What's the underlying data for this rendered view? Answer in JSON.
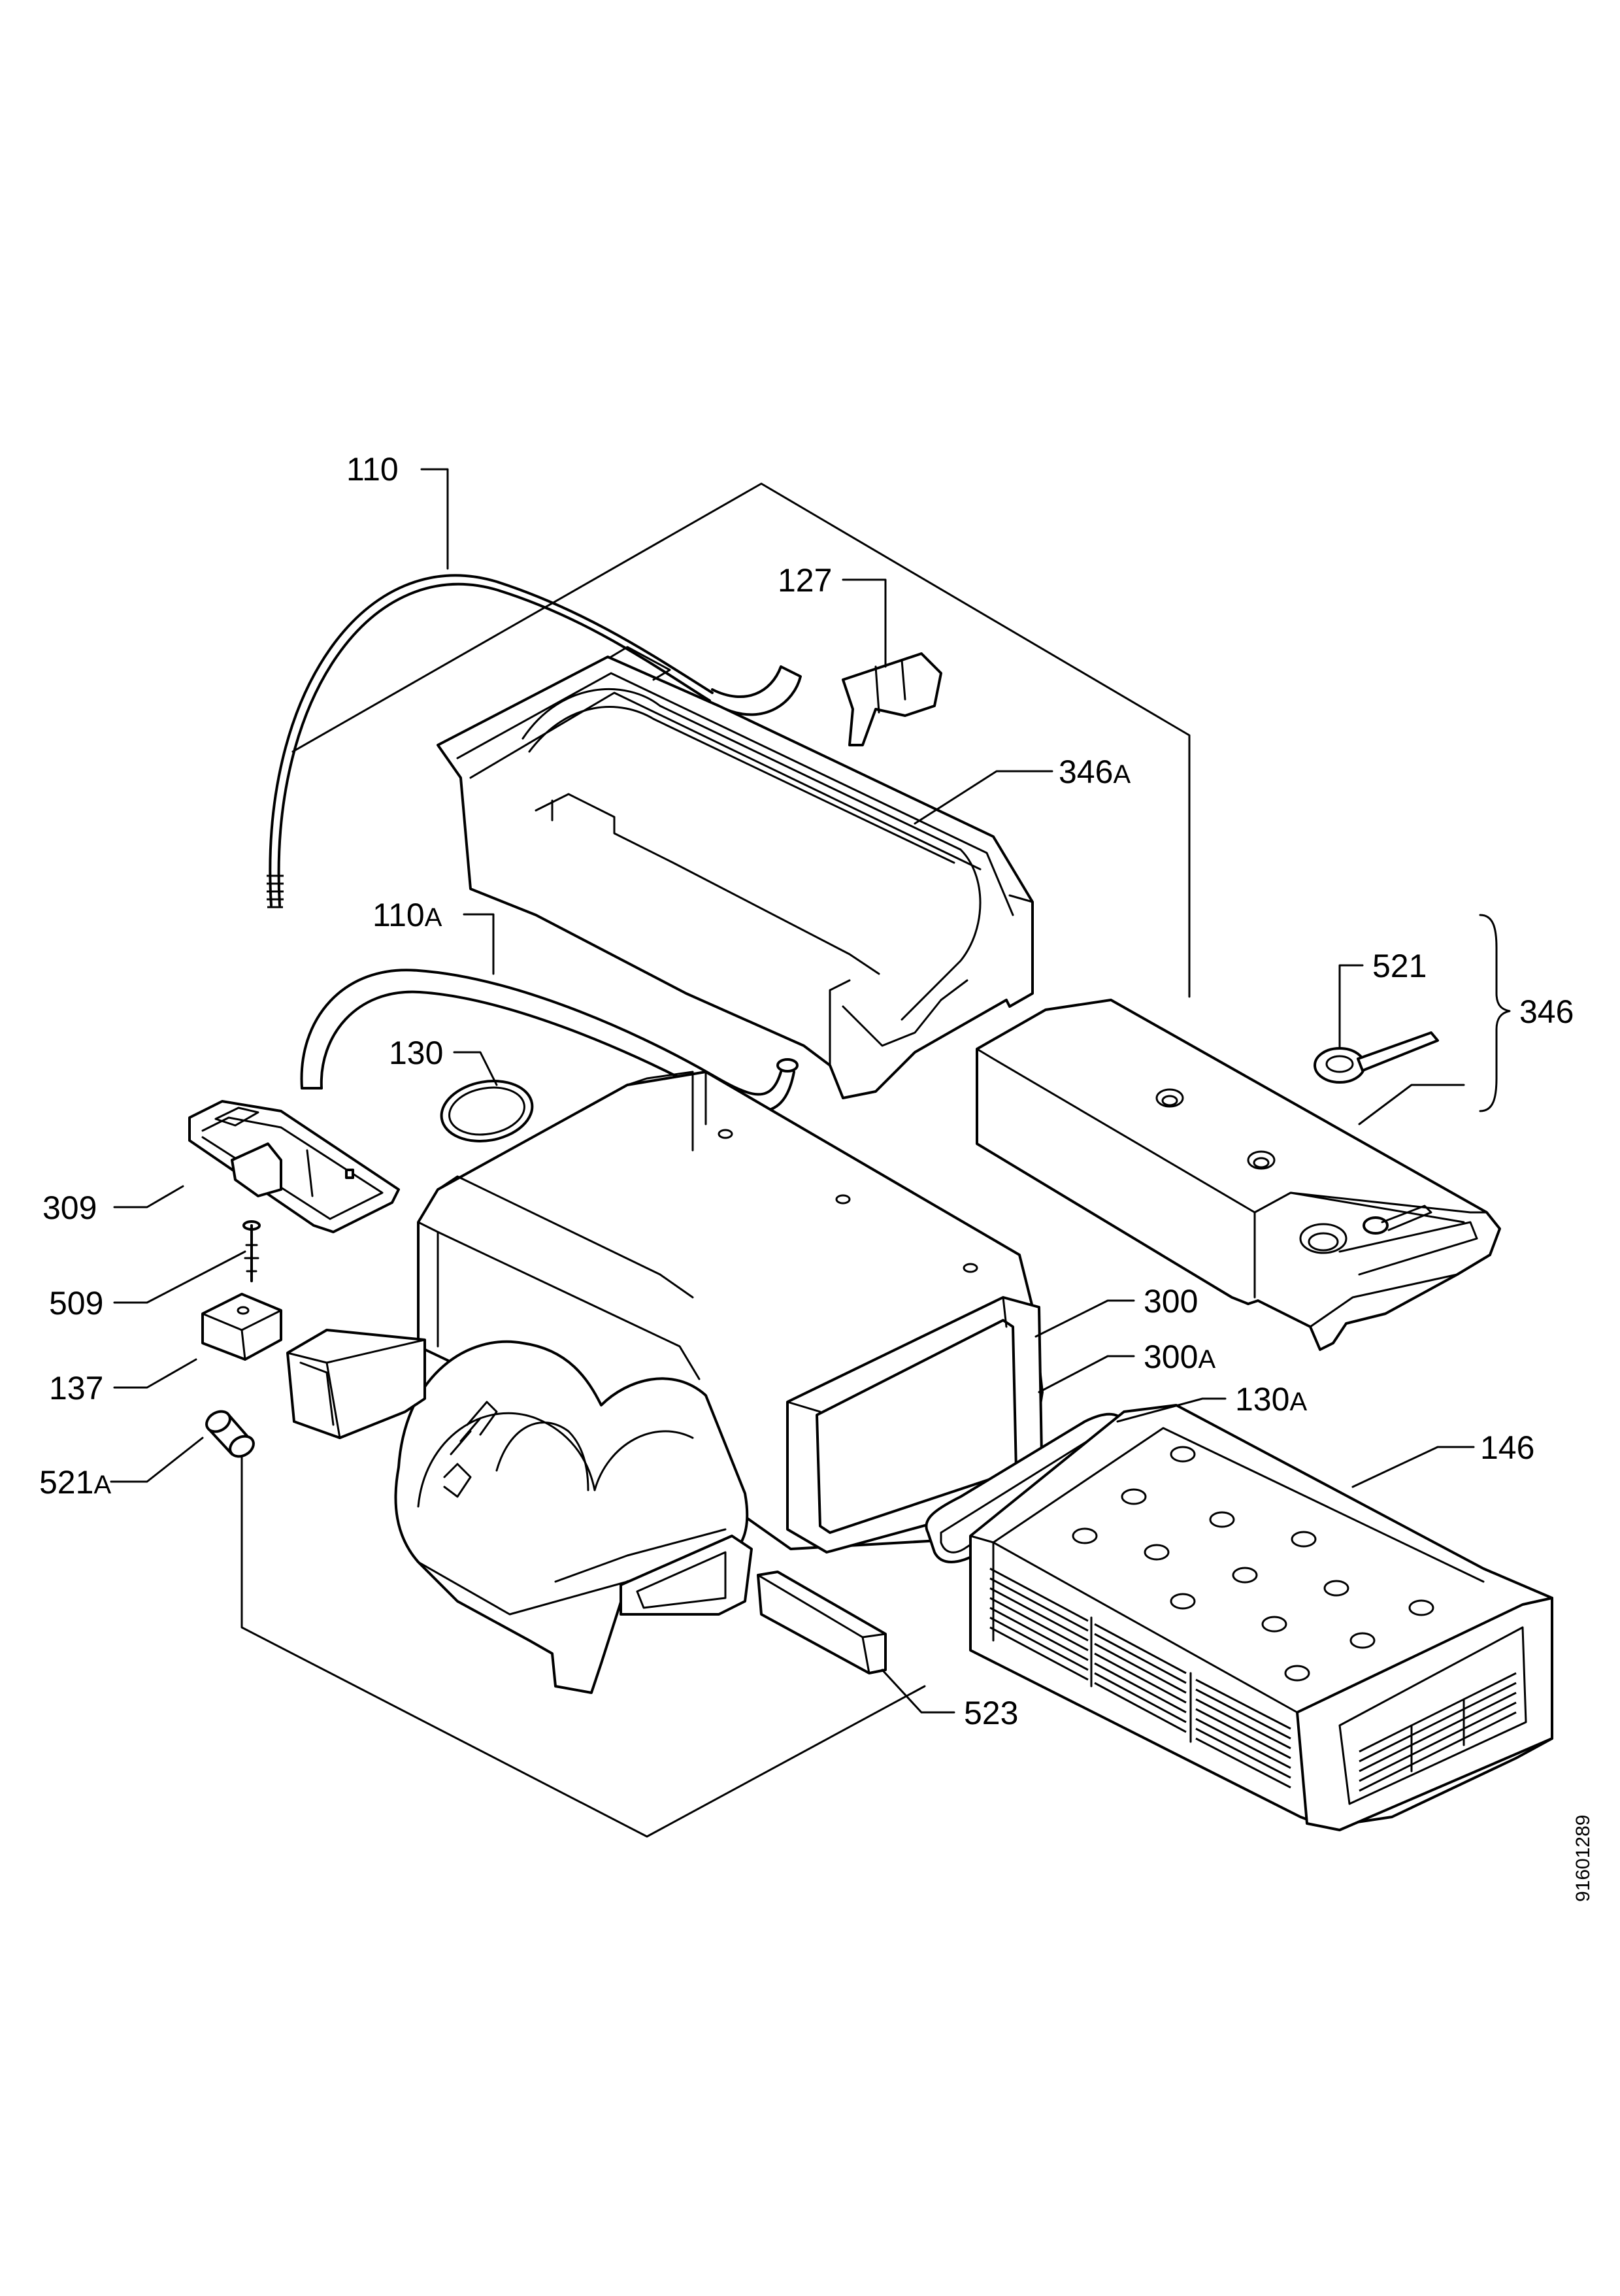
{
  "diagram": {
    "labels": {
      "l110": {
        "num": "110",
        "suf": ""
      },
      "l127": {
        "num": "127",
        "suf": ""
      },
      "l346a": {
        "num": "346",
        "suf": "A"
      },
      "l110a": {
        "num": "110",
        "suf": "A"
      },
      "l521": {
        "num": "521",
        "suf": ""
      },
      "l346": {
        "num": "346",
        "suf": ""
      },
      "l130": {
        "num": "130",
        "suf": ""
      },
      "l309": {
        "num": "309",
        "suf": ""
      },
      "l509": {
        "num": "509",
        "suf": ""
      },
      "l137": {
        "num": "137",
        "suf": ""
      },
      "l521a": {
        "num": "521",
        "suf": "A"
      },
      "l300": {
        "num": "300",
        "suf": ""
      },
      "l300a": {
        "num": "300",
        "suf": "A"
      },
      "l130a": {
        "num": "130",
        "suf": "A"
      },
      "l146": {
        "num": "146",
        "suf": ""
      },
      "l523": {
        "num": "523",
        "suf": ""
      }
    },
    "document_number": "91601289"
  }
}
